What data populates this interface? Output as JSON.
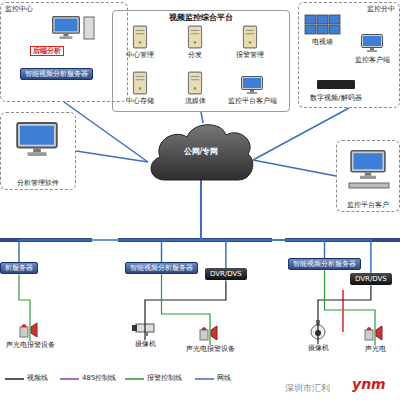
{
  "diagram": {
    "nodes": [
      {
        "text": [
          "监控中心"
        ]
      },
      {
        "text": [
          "智能视频分析服务器"
        ],
        "in": 0
      },
      {
        "text": [
          "视频监控综合平台"
        ]
      },
      {
        "text": [
          "中心管理"
        ],
        "in": 2
      },
      {
        "text": [
          "分发"
        ],
        "in": 2
      },
      {
        "text": [
          "报警管理"
        ],
        "in": 2
      },
      {
        "text": [
          "中心存储"
        ],
        "in": 2
      },
      {
        "text": [
          "流媒体"
        ],
        "in": 2
      },
      {
        "text": [
          "监控平台客户端"
        ],
        "in": 2
      },
      {
        "text": [
          "监控分中"
        ]
      },
      {
        "text": [
          "电视墙"
        ],
        "in": 9
      },
      {
        "text": [
          "监控客户端"
        ],
        "in": 9
      },
      {
        "text": [
          "数字视频/解码器"
        ],
        "in": 9
      },
      {
        "text": [
          "分析管理软件"
        ]
      },
      {
        "text": [
          "公网/专网"
        ]
      },
      {
        "text": [
          "监控平台客户"
        ]
      },
      {
        "text": [
          "析服务器"
        ]
      },
      {
        "text": [
          "声光电报警设备"
        ]
      },
      {
        "text": [
          "智能视频分析服务器"
        ]
      },
      {
        "text": [
          "DVR/DVS"
        ]
      },
      {
        "text": [
          "摄像机"
        ]
      },
      {
        "text": [
          "声光电报警设备"
        ]
      },
      {
        "text": [
          "智能视频分析服务器"
        ]
      },
      {
        "text": [
          "DVR/DVS"
        ]
      },
      {
        "text": [
          "摄像机"
        ]
      },
      {
        "text": [
          "声光电"
        ]
      }
    ],
    "edges": [
      {
        "from": 14,
        "to": 0,
        "arrow": "none"
      },
      {
        "from": 14,
        "to": 2,
        "arrow": "none"
      },
      {
        "from": 14,
        "to": 9,
        "arrow": "none"
      },
      {
        "from": 14,
        "to": 13,
        "arrow": "none"
      },
      {
        "from": 14,
        "to": 15,
        "arrow": "none"
      },
      {
        "from": 14,
        "to": 16,
        "arrow": "none"
      },
      {
        "from": 14,
        "to": 18,
        "arrow": "none"
      },
      {
        "from": 14,
        "to": 19,
        "arrow": "none"
      },
      {
        "from": 14,
        "to": 22,
        "arrow": "none"
      },
      {
        "from": 14,
        "to": 23,
        "arrow": "none"
      },
      {
        "from": 16,
        "to": 17,
        "arrow": "none"
      },
      {
        "from": 19,
        "to": 20,
        "arrow": "none"
      },
      {
        "from": 18,
        "to": 21,
        "arrow": "none"
      },
      {
        "from": 23,
        "to": 24,
        "arrow": "none"
      },
      {
        "from": 22,
        "to": 25,
        "arrow": "none"
      }
    ],
    "labels": [
      "后端分析",
      "深圳市汇利",
      "ynm"
    ],
    "legend": [
      {
        "text": "视频线"
      },
      {
        "text": "485控制线"
      },
      {
        "text": "报警控制线"
      },
      {
        "text": "网线"
      }
    ]
  }
}
